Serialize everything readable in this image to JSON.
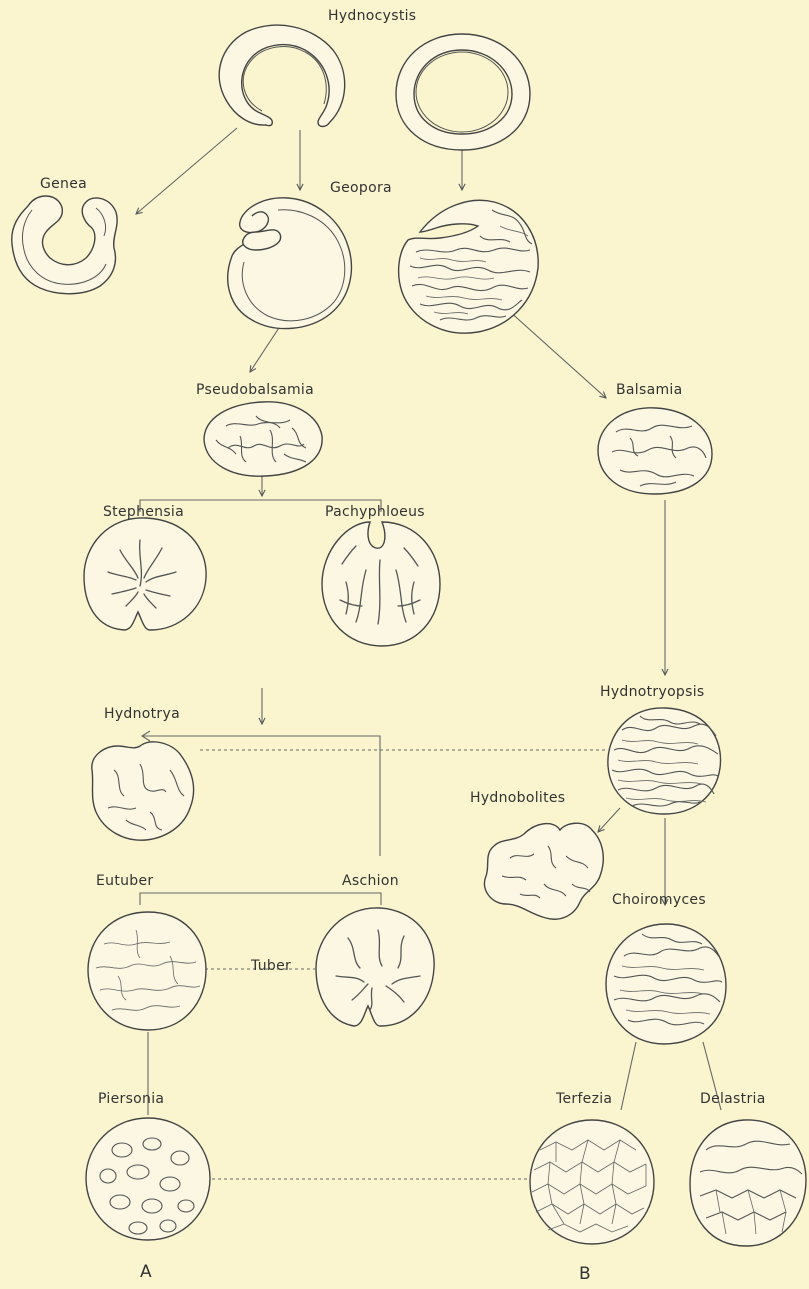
{
  "labels": {
    "hydnocystis": "Hydnocystis",
    "genea": "Genea",
    "geopora": "Geopora",
    "pseudobalsamia": "Pseudobalsamia",
    "balsamia": "Balsamia",
    "stephensia": "Stephensia",
    "pachyphloeus": "Pachyphloeus",
    "hydnotrya": "Hydnotrya",
    "hydnotryopsis": "Hydnotryopsis",
    "hydnobolites": "Hydnobolites",
    "eutuber": "Eutuber",
    "aschion": "Aschion",
    "tuber": "Tuber",
    "choiromyces": "Choiromyces",
    "piersonia": "Piersonia",
    "terfezia": "Terfezia",
    "delastria": "Delastria",
    "panel_a": "A",
    "panel_b": "B"
  },
  "colors": {
    "paper": "#fbf5cf",
    "ink": "#444444"
  }
}
